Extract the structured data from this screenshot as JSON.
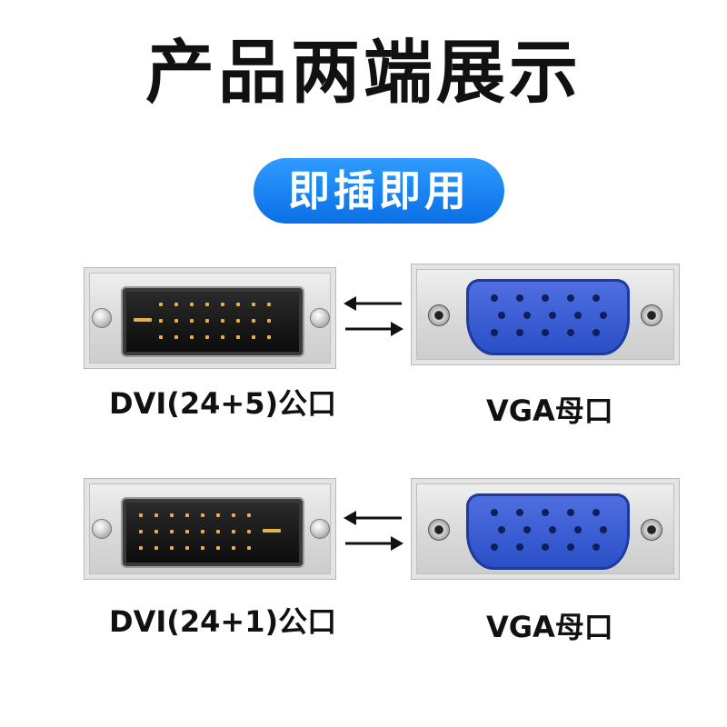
{
  "title": "产品两端展示",
  "badge": "即插即用",
  "rows": [
    {
      "left_label": "DVI(24+5)公口",
      "right_label": "VGA母口"
    },
    {
      "left_label": "DVI(24+1)公口",
      "right_label": "VGA母口"
    }
  ],
  "colors": {
    "badge_blue": "#1e86f5",
    "vga_blue": "#3a5cd6",
    "pin_gold": "#e2b14a"
  }
}
